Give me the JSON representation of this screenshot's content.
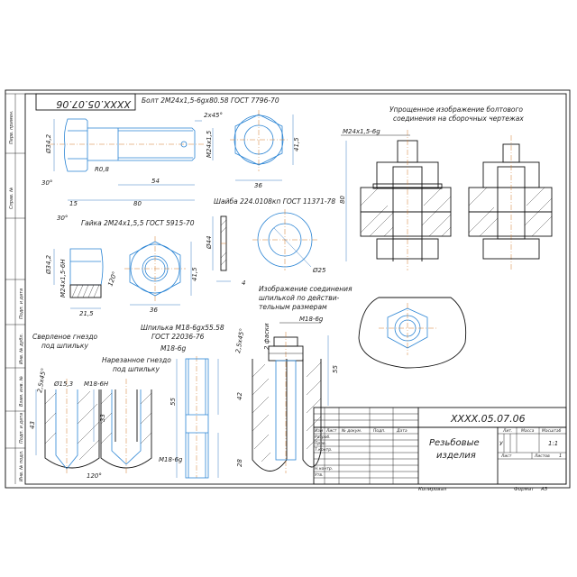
{
  "frame": {
    "doc_code_rotated": "XXXX.05.07.06",
    "left_strip": [
      "Перв. примен.",
      "Справ. №",
      "Подп. и дата",
      "Инв. № дубл.",
      "Взам. инв. №",
      "Подп. и дата",
      "Инв. № подл."
    ]
  },
  "bolt": {
    "title": "Болт 2M24x1,5-6gx80.58 ГОСТ 7796-70",
    "dims": {
      "d_head": "Ø34,2",
      "chamfer": "2x45°",
      "thread": "M24x1,5",
      "len_thread": "54",
      "radius": "R0,8",
      "angle": "30°",
      "head_h": "15",
      "len_total": "80",
      "across_flats": "36",
      "across_corners": "41,5"
    }
  },
  "nut": {
    "title": "Гайка 2M24x1,5,5 ГОСТ 5915-70",
    "dims": {
      "angle": "30°",
      "d_head": "Ø34,2",
      "thread": "M24x1,5-6H",
      "angle120": "120°",
      "height": "21,5",
      "across_flats": "36",
      "across_corners": "41,5"
    }
  },
  "washer": {
    "title": "Шайба 224.0108кп ГОСТ 11371-78",
    "dims": {
      "d_out": "Ø44",
      "thickness": "4",
      "d_in": "Ø25"
    }
  },
  "simplified": {
    "title_1": "Упрощенное изображение болтового",
    "title_2": "соединения на сборочных чертежах",
    "thread": "M24x1,5-6g",
    "length": "80"
  },
  "stud_note": {
    "line1": "Изображение соединения",
    "line2": "шпилькой по действи-",
    "line3": "тельным размерам"
  },
  "stud": {
    "title1": "Шпилька M18-6gx55.58",
    "title2": "ГОСТ 22036-76",
    "thread": "M18-6g",
    "thread_bottom": "M18-6g",
    "dims": {
      "len55": "55",
      "len42": "42",
      "len28": "28",
      "chamfer": "2,5x45°"
    }
  },
  "assembly": {
    "thread": "M18-6g",
    "chamfer": "2 фаски",
    "len": "55"
  },
  "drilled": {
    "title1": "Сверленое гнездо",
    "title2": "под шпильку",
    "dims": {
      "chamfer": "2,5x45°",
      "diam": "Ø15,3",
      "depth": "43",
      "angle": "120°"
    }
  },
  "tapped": {
    "title1": "Нарезанное гнездо",
    "title2": "под шпильку",
    "dims": {
      "thread": "M18-6H",
      "depth": "33"
    }
  },
  "title_block": {
    "code": "XXXX.05.07.06",
    "name1": "Резьбовые",
    "name2": "изделия",
    "cols": [
      "Изм",
      "Лист",
      "№ докум.",
      "Подп.",
      "Дата"
    ],
    "rows": [
      "Разраб.",
      "Пров.",
      "Т.контр.",
      "",
      "Н.контр.",
      "Утв."
    ],
    "lit_label": "Лит.",
    "mass_label": "Масса",
    "scale_label": "Масштаб",
    "scale_value": "1:1",
    "lit_value": "У",
    "sheet_label": "Лист",
    "sheets_label": "Листов",
    "sheets_value": "1",
    "copied": "Копировал",
    "format": "Формат",
    "format_value": "А3"
  }
}
